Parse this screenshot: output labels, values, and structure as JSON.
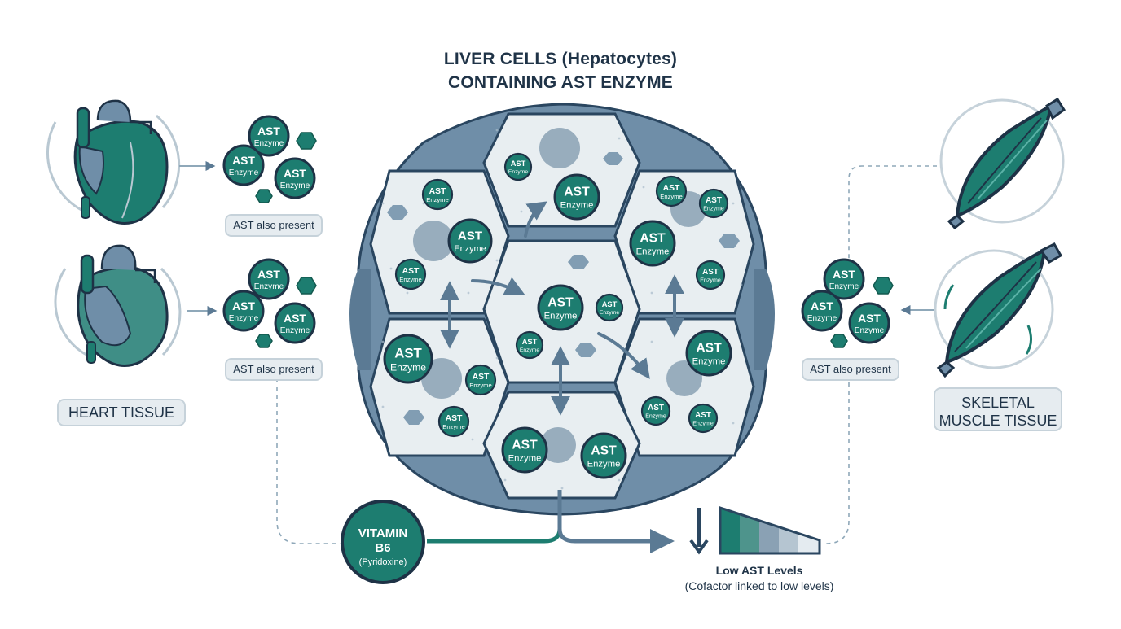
{
  "title": {
    "line1": "LIVER CELLS (Hepatocytes)",
    "line2": "CONTAINING AST ENZYME"
  },
  "enzyme": {
    "abbr": "AST",
    "name": "Enzyme"
  },
  "labels": {
    "ast_present": "AST also present",
    "heart_tissue": "HEART TISSUE",
    "muscle_line1": "SKELETAL",
    "muscle_line2": "MUSCLE TISSUE"
  },
  "vitamin": {
    "line1": "VITAMIN",
    "line2": "B6",
    "line3": "(Pyridoxine)"
  },
  "low_levels": {
    "title": "Low AST Levels",
    "subtitle": "(Cofactor linked to low levels)"
  },
  "colors": {
    "teal": "#1d7d70",
    "teal_dark": "#13594f",
    "navy": "#2a4660",
    "slate": "#5b7a94",
    "cell_fill": "#e8eef1",
    "nucleus": "#8aa1b4",
    "line": "#8fa8b9"
  },
  "icons": [
    "heart-icon",
    "muscle-icon",
    "arrow-icon",
    "down-arrow-icon",
    "gradient-bar-icon"
  ]
}
